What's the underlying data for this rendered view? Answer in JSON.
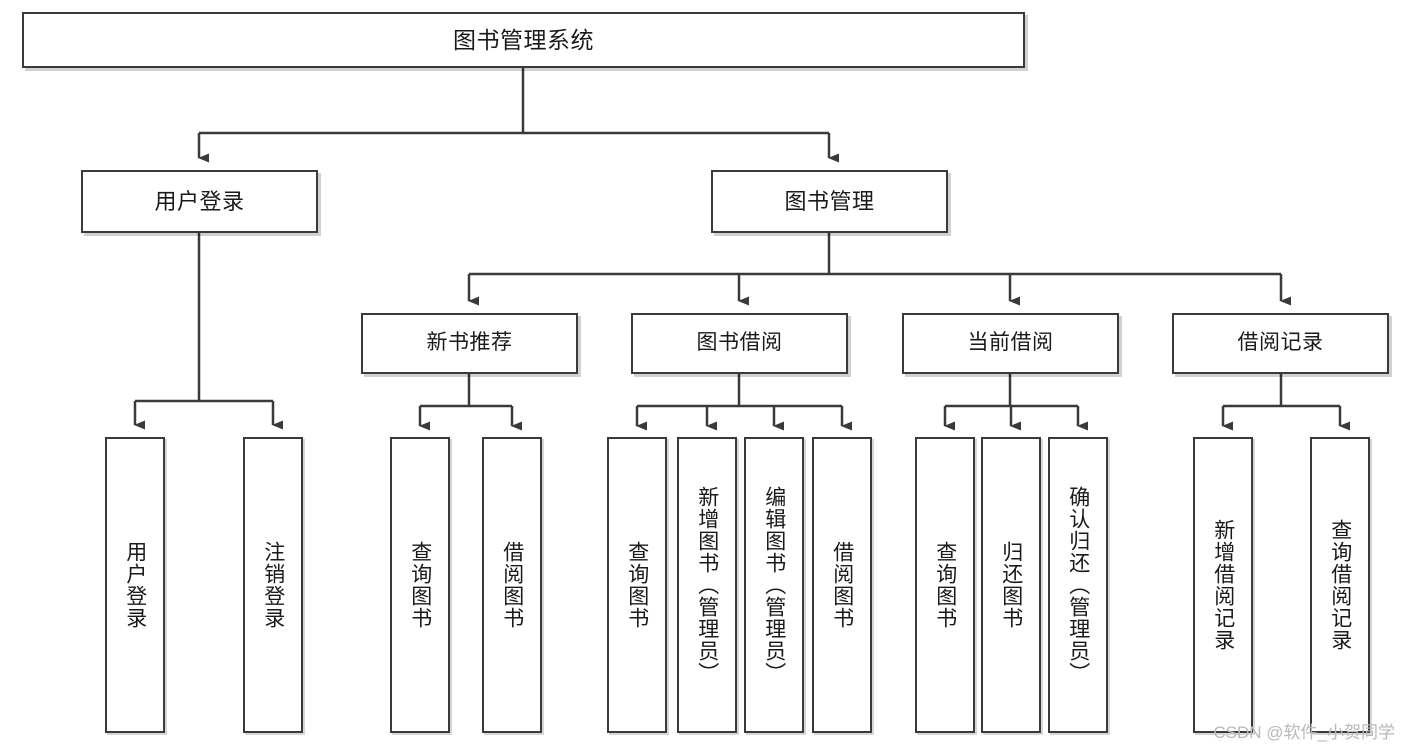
{
  "diagram": {
    "title": "图书管理系统",
    "watermark": "CSDN @软件_小贺同学",
    "root": {
      "label": "图书管理系统"
    },
    "level1": [
      {
        "label": "用户登录"
      },
      {
        "label": "图书管理"
      }
    ],
    "level2": [
      {
        "label": "新书推荐"
      },
      {
        "label": "图书借阅"
      },
      {
        "label": "当前借阅"
      },
      {
        "label": "借阅记录"
      }
    ],
    "leaves": {
      "user_login": [
        {
          "label": "用户登录"
        },
        {
          "label": "注销登录"
        }
      ],
      "new_book_recommend": [
        {
          "label": "查询图书"
        },
        {
          "label": "借阅图书"
        }
      ],
      "book_borrow": [
        {
          "label": "查询图书"
        },
        {
          "label": "新增图书（管理员）"
        },
        {
          "label": "编辑图书（管理员）"
        },
        {
          "label": "借阅图书"
        }
      ],
      "current_borrow": [
        {
          "label": "查询图书"
        },
        {
          "label": "归还图书"
        },
        {
          "label": "确认归还（管理员）"
        }
      ],
      "borrow_record": [
        {
          "label": "新增借阅记录"
        },
        {
          "label": "查询借阅记录"
        }
      ]
    }
  },
  "colors": {
    "border": "#3a3a3a",
    "text": "#1a1a1a",
    "background": "#ffffff",
    "watermark": "#b9b9b9"
  }
}
